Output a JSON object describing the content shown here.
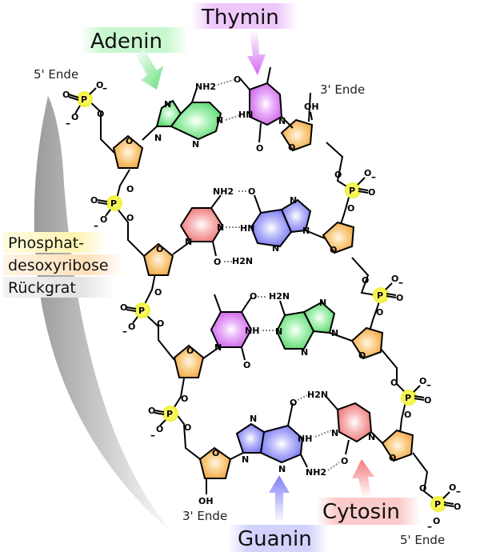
{
  "title": "DNA chemical structure (Phosphat-desoxyribose backbone with base pairs)",
  "labels": {
    "adenin": "Adenin",
    "thymin": "Thymin",
    "guanin": "Guanin",
    "cytosin": "Cytosin",
    "backbone_line1": "Phosphat-",
    "backbone_line2": "desoxyribose",
    "backbone_line3": "Rückgrat",
    "end_5_top": "5' Ende",
    "end_3_top": "3' Ende",
    "end_3_bottom": "3' Ende",
    "end_5_bottom": "5' Ende"
  },
  "atoms": {
    "P": "P",
    "O": "O",
    "N": "N",
    "NH": "NH",
    "HN": "HN",
    "NH2": "NH2",
    "H2N": "H2N",
    "OH": "OH",
    "minus": "–"
  },
  "base_pairs": [
    {
      "left": "Adenin",
      "right": "Thymin",
      "hydrogen_bonds": 2
    },
    {
      "left": "Cytosin",
      "right": "Guanin",
      "hydrogen_bonds": 3
    },
    {
      "left": "Thymin",
      "right": "Adenin",
      "hydrogen_bonds": 2
    },
    {
      "left": "Guanin",
      "right": "Cytosin",
      "hydrogen_bonds": 3
    }
  ],
  "colors": {
    "adenin": "#66e07a",
    "thymin": "#d36cf0",
    "guanin": "#7a7af5",
    "cytosin": "#f27a7a",
    "sugar": "#f5b04a",
    "phosphate": "#f3f33a",
    "backbone_arc": "#a0a0a0"
  }
}
